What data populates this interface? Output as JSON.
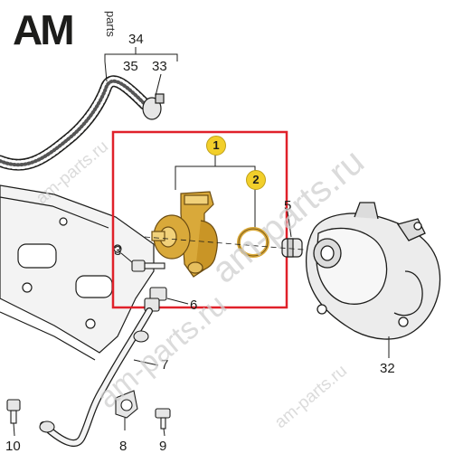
{
  "logo": {
    "brand": "AM",
    "suffix": "parts"
  },
  "watermark": {
    "text": "am-parts.ru"
  },
  "callouts": {
    "main_part": "1",
    "seal": "2"
  },
  "labels": {
    "p34": "34",
    "p35": "35",
    "p33": "33",
    "p5": "5",
    "p3": "3",
    "p6": "6",
    "p7": "7",
    "p32": "32",
    "p10": "10",
    "p8": "8",
    "p9": "9"
  },
  "colors": {
    "highlight_frame": "#e0212a",
    "callout_fill": "#f2cf2a",
    "highlight_part": "#d9a93a",
    "line_art": "#1d1d1b"
  }
}
